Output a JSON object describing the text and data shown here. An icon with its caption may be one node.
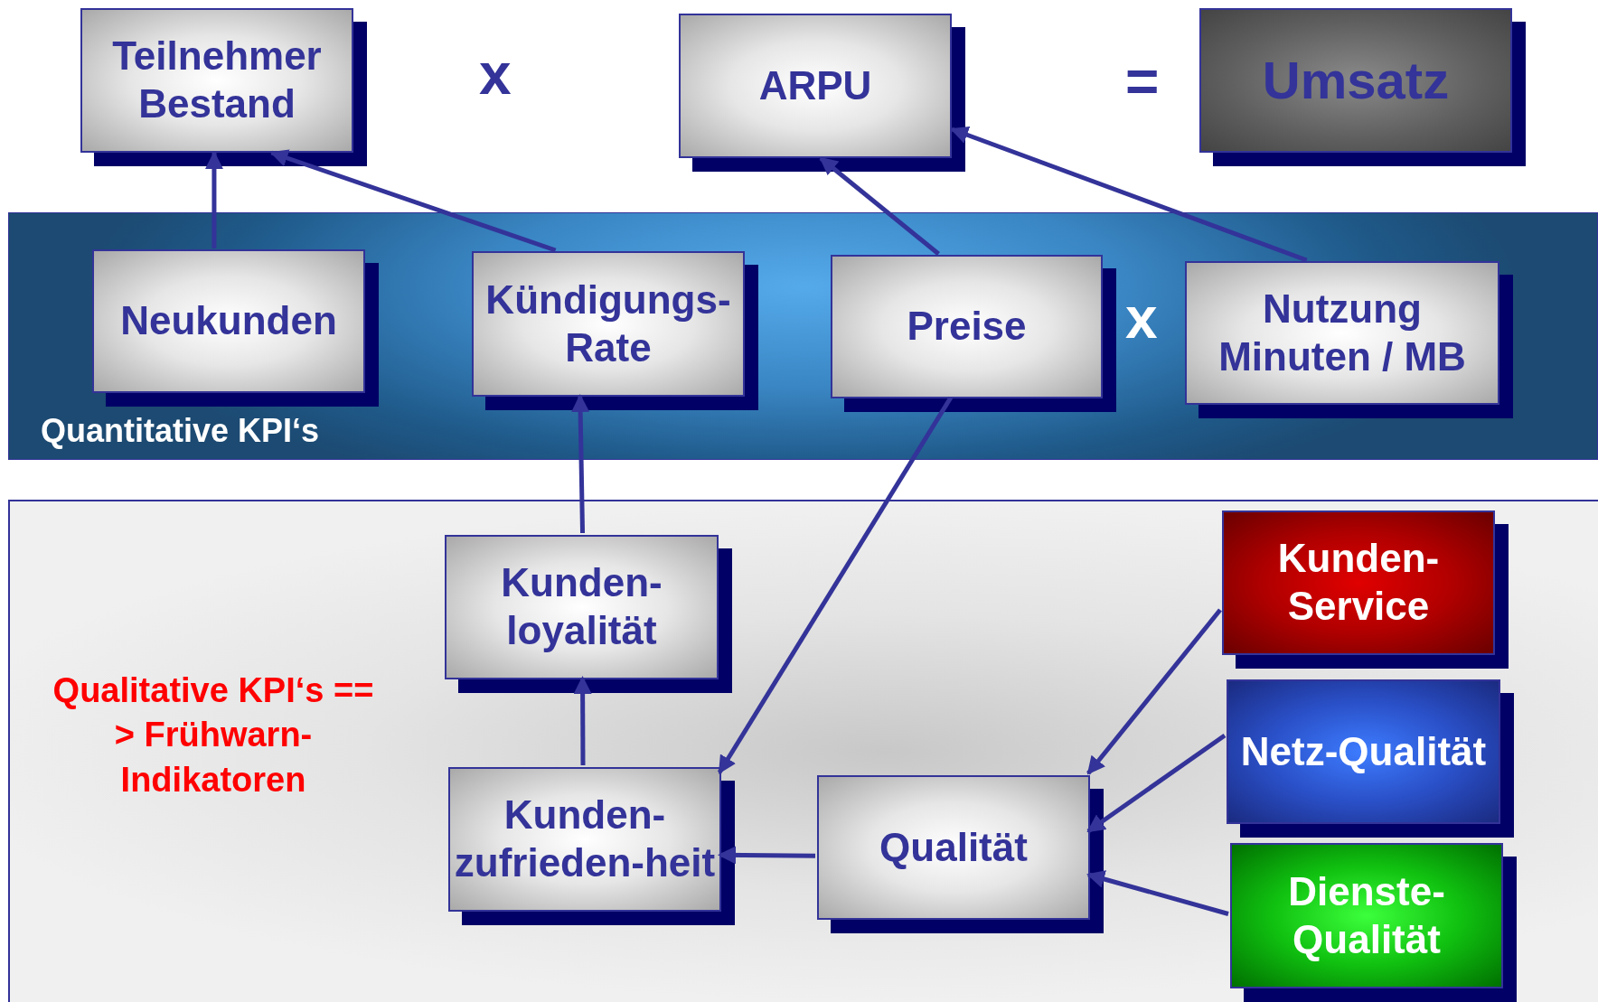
{
  "diagram": {
    "nodes": [
      {
        "text": [
          "Teilnehmer Bestand"
        ]
      },
      {
        "text": [
          "ARPU"
        ]
      },
      {
        "text": [
          "Umsatz"
        ]
      },
      {
        "text": [
          "Quantitative KPI‘s"
        ]
      },
      {
        "text": [
          "Neukunden"
        ],
        "in": 3
      },
      {
        "text": [
          "Kündigungs-Rate"
        ],
        "in": 3
      },
      {
        "text": [
          "Preise"
        ],
        "in": 3
      },
      {
        "text": [
          "Nutzung Minuten / MB"
        ],
        "in": 3
      },
      {
        "text": [
          "Qualitative KPI‘s == > Frühwarn-Indikatoren"
        ]
      },
      {
        "text": [
          "Kunden-loyalität"
        ],
        "in": 8
      },
      {
        "text": [
          "Kunden-zufrieden-heit"
        ],
        "in": 8
      },
      {
        "text": [
          "Qualität"
        ],
        "in": 8
      },
      {
        "text": [
          "Kunden-Service"
        ],
        "in": 8
      },
      {
        "text": [
          "Netz-Qualität"
        ],
        "in": 8
      },
      {
        "text": [
          "Dienste-Qualität"
        ],
        "in": 8
      }
    ],
    "edges": [
      {
        "from": 4,
        "to": 0,
        "arrow": "to"
      },
      {
        "from": 5,
        "to": 0,
        "arrow": "to"
      },
      {
        "from": 6,
        "to": 1,
        "arrow": "to"
      },
      {
        "from": 7,
        "to": 1,
        "arrow": "to"
      },
      {
        "from": 6,
        "to": 10,
        "arrow": "to"
      },
      {
        "from": 9,
        "to": 5,
        "arrow": "to"
      },
      {
        "from": 10,
        "to": 9,
        "arrow": "to"
      },
      {
        "from": 11,
        "to": 10,
        "arrow": "to"
      },
      {
        "from": 12,
        "to": 11,
        "arrow": "to"
      },
      {
        "from": 13,
        "to": 11,
        "arrow": "to"
      },
      {
        "from": 14,
        "to": 11,
        "arrow": "to"
      }
    ],
    "labels": [
      "x",
      "=",
      "x"
    ]
  }
}
